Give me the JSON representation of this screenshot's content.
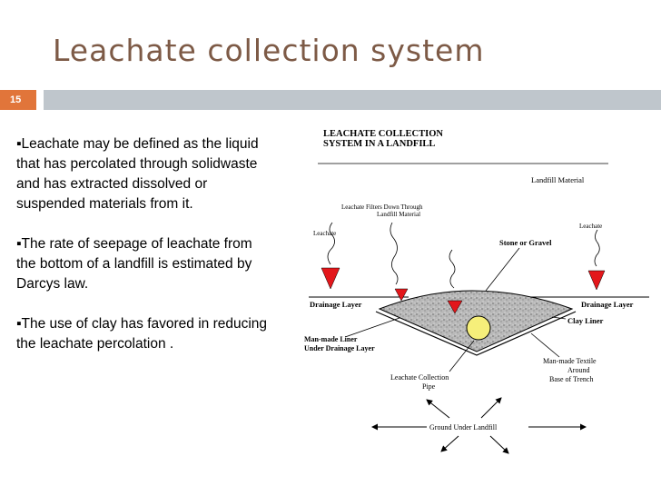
{
  "slide": {
    "title": "Leachate collection system",
    "page_number": "15",
    "accent_color": "#e1753a",
    "bar_color": "#bfc6cc",
    "title_color": "#7d5a46"
  },
  "bullets": [
    "▪Leachate may be defined as the liquid\nthat has percolated through solidwaste\nand has extracted dissolved or\nsuspended  materials from it.",
    "▪The rate of seepage of leachate from\nthe bottom of a landfill is estimated by\nDarcys law.",
    "▪The use of clay has favored in reducing\nthe leachate percolation ."
  ],
  "diagram": {
    "heading_line1": "LEACHATE COLLECTION",
    "heading_line2": "SYSTEM IN A LANDFILL",
    "landfill_material": "Landfill Material",
    "filters_line1": "Leachate Filters Down Through",
    "filters_line2": "Landfill Material",
    "leachate_left": "Leachate",
    "leachate_right": "Leachate",
    "stone_gravel": "Stone or Gravel",
    "drainage_left": "Drainage Layer",
    "drainage_right": "Drainage Layer",
    "clay_liner": "Clay Liner",
    "liner_line1": "Man-made Liner",
    "liner_line2": "Under Drainage Layer",
    "textile_line1": "Man-made Textile",
    "textile_line2": "Around",
    "textile_line3": "Base of Trench",
    "pipe_line1": "Leachate Collection",
    "pipe_line2": "Pipe",
    "ground": "Ground Under Landfill"
  }
}
